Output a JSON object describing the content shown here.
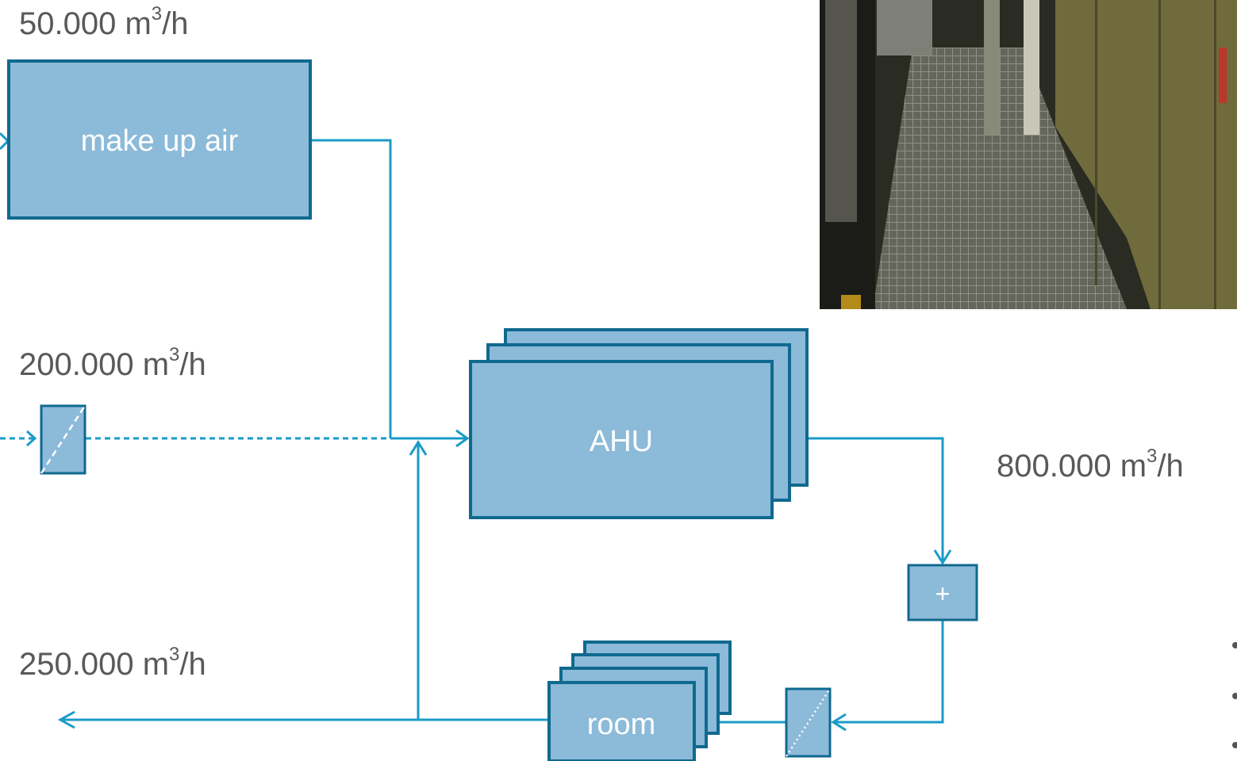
{
  "labels": {
    "makeup_flow": "50.000 m",
    "makeup_unit": "3",
    "makeup_tail": "/h",
    "outdoor_flow": "200.000 m",
    "outdoor_unit": "3",
    "outdoor_tail": "/h",
    "supply_flow": "800.000 m",
    "supply_unit": "3",
    "supply_tail": "/h",
    "exhaust_flow": "250.000 m",
    "exhaust_unit": "3",
    "exhaust_tail": "/h"
  },
  "boxes": {
    "makeup": "make up air",
    "ahu": "AHU",
    "heater": "+",
    "room": "room"
  },
  "colors": {
    "box_fill": "#8CBAD9",
    "box_stroke": "#10698F",
    "line": "#1A9BC8"
  }
}
